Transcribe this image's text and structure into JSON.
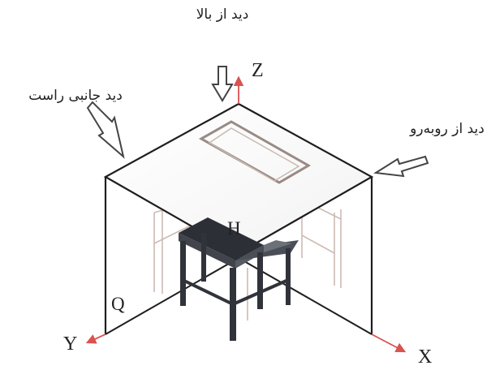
{
  "labels": {
    "top_view": "دید از بالا",
    "side_view": "دید جانبی راست",
    "front_view": "دید از روبه‌رو"
  },
  "axes": {
    "z": "Z",
    "y": "Y",
    "x": "X"
  },
  "planes": {
    "h": "H",
    "q": "Q"
  },
  "colors": {
    "axis": "#d9534f",
    "frame": "#1e1e1e",
    "table": "#3a3e46",
    "ghost": "#c9b8b0"
  }
}
